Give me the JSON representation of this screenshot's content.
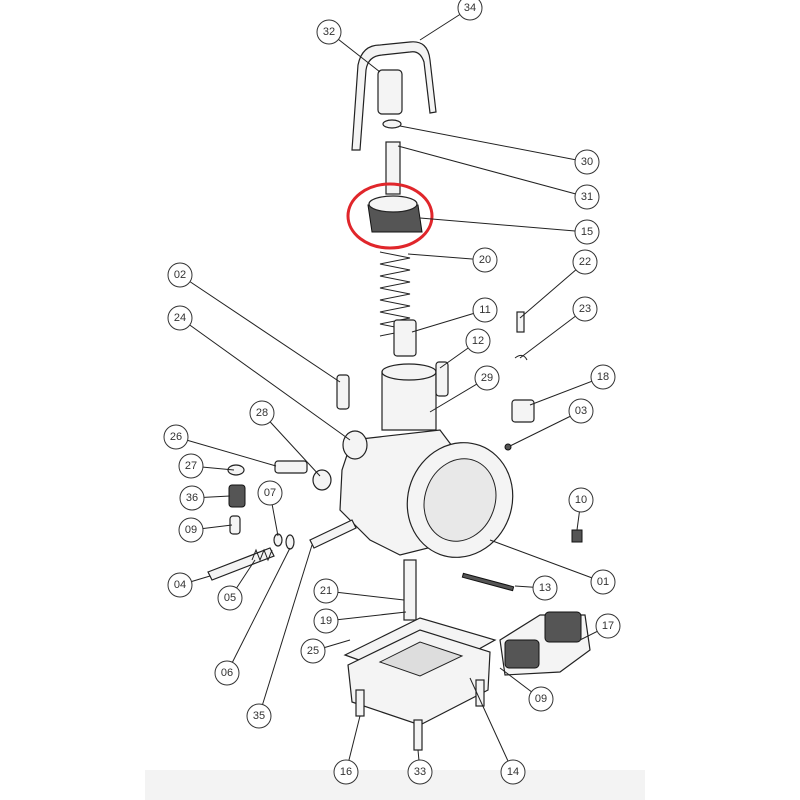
{
  "diagram": {
    "type": "exploded-parts-diagram",
    "subject": "carburetor",
    "highlight_color": "#e0262b",
    "highlighted_part": "15",
    "callouts": [
      "34",
      "32",
      "30",
      "31",
      "15",
      "20",
      "22",
      "02",
      "23",
      "11",
      "24",
      "12",
      "29",
      "18",
      "28",
      "03",
      "26",
      "27",
      "36",
      "07",
      "10",
      "09",
      "13",
      "04",
      "05",
      "01",
      "21",
      "19",
      "17",
      "25",
      "06",
      "09",
      "35",
      "16",
      "33",
      "14"
    ]
  }
}
